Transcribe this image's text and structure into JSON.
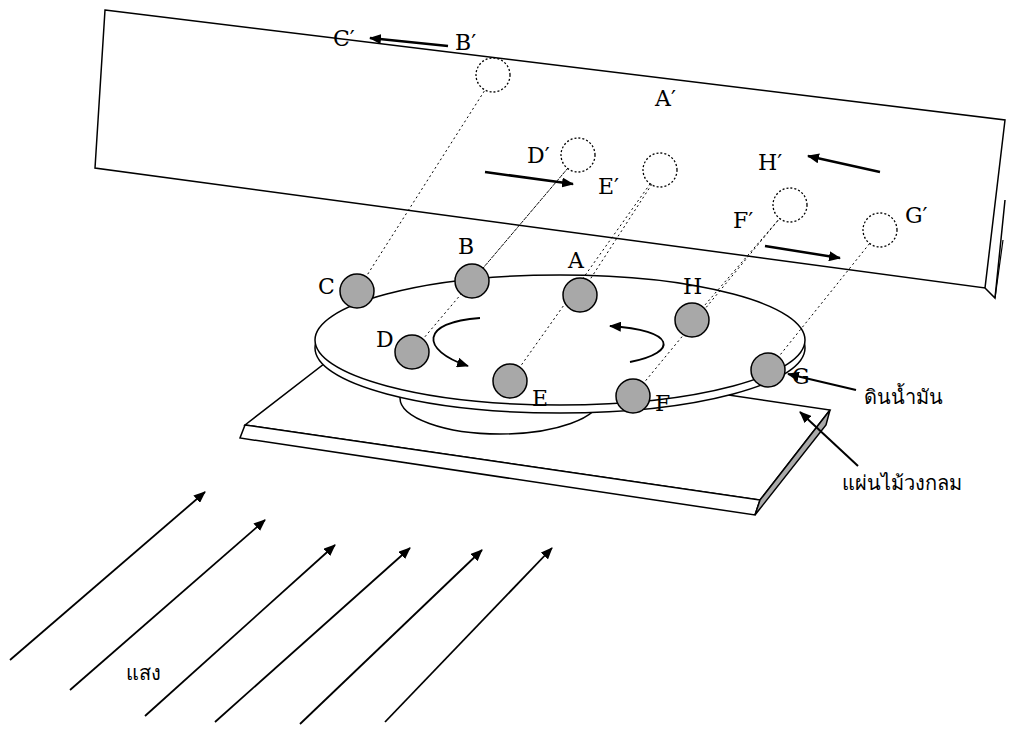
{
  "diagram": {
    "labels": [
      "C′",
      "B′",
      "A′",
      "D′",
      "E′",
      "H′",
      "F′",
      "G′",
      "C",
      "B",
      "A",
      "H",
      "D",
      "E",
      "F",
      "G",
      "ดินน้ำมัน",
      "แผ่นไม้วงกลม",
      "แสง"
    ]
  }
}
